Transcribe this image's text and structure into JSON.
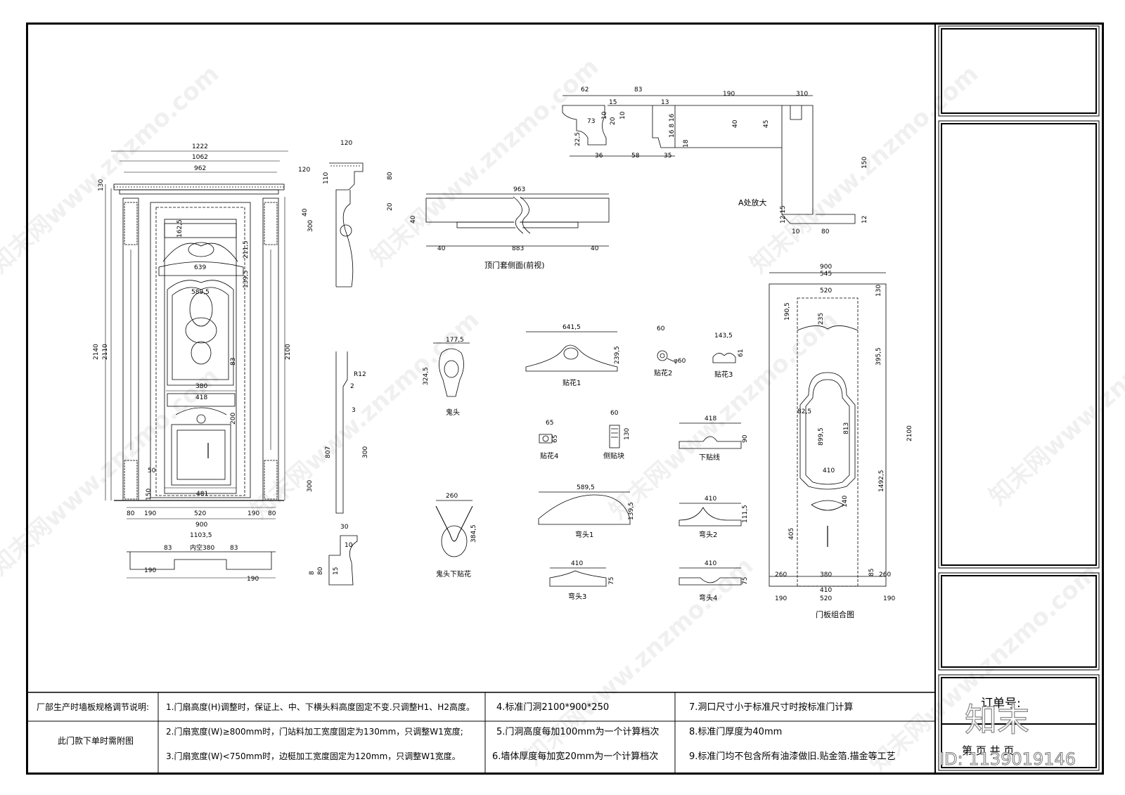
{
  "dims": {
    "d1222": "1222",
    "d1062": "1062",
    "d962": "962",
    "d120a": "120",
    "d130": "130",
    "d2140": "2140",
    "d2110": "2110",
    "d2100a": "2100",
    "d162_5": "162,5",
    "d211_5": "211,5",
    "d639": "639",
    "d139_5": "139,5",
    "d589_5a": "589,5",
    "d83a": "83",
    "d380a": "380",
    "d418a": "418",
    "d200": "200",
    "d50": "50",
    "d150": "150",
    "d481": "481",
    "d80a": "80",
    "d190a": "190",
    "d520a": "520",
    "d190b": "190",
    "d80b": "80",
    "d900a": "900",
    "d1103_5": "1103,5",
    "d83b": "83",
    "inner380": "内空380",
    "d83c": "83",
    "d190c": "190",
    "d190d": "190",
    "d120b": "120",
    "d110": "110",
    "d80c": "80",
    "d20": "20",
    "d40a": "40",
    "d300a": "300",
    "dR12": "R12",
    "d2a": "2",
    "d3": "3",
    "d807": "807",
    "d300b": "300",
    "d300c": "300",
    "d30": "30",
    "d10": "10",
    "d15a": "15",
    "d8": "8",
    "d80d": "80",
    "d963": "963",
    "d40b": "40",
    "d40c": "40",
    "d883": "883",
    "d40d": "40",
    "d62": "62",
    "d83d": "83",
    "d190e": "190",
    "d310": "310",
    "d15b": "15",
    "d13": "13",
    "d73": "73",
    "d10b": "10",
    "d20b": "20",
    "d10c": "10",
    "d16_8_16": "16 8 16",
    "d40e": "40",
    "d45": "45",
    "d22_5": "22,5",
    "d36": "36",
    "d58": "58",
    "d35": "35",
    "d18": "18",
    "d150b": "150",
    "d12_15": "12 15",
    "d12": "12",
    "d10d": "10",
    "d80e": "80",
    "d177_5": "177,5",
    "d324_5": "324,5",
    "d641_5": "641,5",
    "d239_5": "239,5",
    "d60a": "60",
    "d60b": "φ60",
    "d143_5": "143,5",
    "d61": "61",
    "d65a": "65",
    "d65b": "65",
    "d60c": "60",
    "d130b": "130",
    "d418b": "418",
    "d90": "90",
    "d589_5b": "589,5",
    "d139_5b": "139,5",
    "d410a": "410",
    "d111_5": "111,5",
    "d260a": "260",
    "d384_5": "384,5",
    "d410b": "410",
    "d75a": "75",
    "d410c": "410",
    "d75b": "75",
    "d900b": "900",
    "d545": "545",
    "d520b": "520",
    "d130c": "130",
    "d190_5": "190,5",
    "d235": "235",
    "d395_5": "395,5",
    "d82_5": "82,5",
    "d899_5": "899,5",
    "d813": "813",
    "d2100b": "2100",
    "d410d": "410",
    "d1492_5": "1492,5",
    "d140": "140",
    "d405": "405",
    "d260b": "260",
    "d380b": "380",
    "d85": "85",
    "d260c": "260",
    "d190f": "190",
    "d410e": "410",
    "d520c": "520",
    "d190g": "190"
  },
  "labels": {
    "top_side": "顶门套侧面(前视)",
    "a_detail": "A处放大",
    "guitou": "鬼头",
    "guitou_under": "鬼头下贴花",
    "tiehua1": "贴花1",
    "tiehua2": "贴花2",
    "tiehua3": "贴花3",
    "tiehua4": "贴花4",
    "cetiekuai": "侧贴块",
    "xiatiexian": "下贴线",
    "wantou1": "弯头1",
    "wantou2": "弯头2",
    "wantou3": "弯头3",
    "wantou4": "弯头4",
    "door_combo": "门板组合图"
  },
  "notes": {
    "header": "厂部生产时墙板规格调节说明:",
    "attach": "此门款下单时需附图",
    "n1": "1.门扇高度(H)调整时，保证上、中、下横头料高度固定不变.只调整H1、H2高度。",
    "n2": "2.门扇宽度(W)≥800mm时，门站料加工宽度固定为130mm，只调整W1宽度;",
    "n3": "3.门扇宽度(W)<750mm时，边梃加工宽度固定为120mm，只调整W1宽度。",
    "n4": "4.标准门洞2100*900*250",
    "n5": "5.门洞高度每加100mm为一个计算档次",
    "n6": "6.墙体厚度每加宽20mm为一个计算档次",
    "n7": "7.洞口尺寸小于标准尺寸时按标准门计算",
    "n8": "8.标准门厚度为40mm",
    "n9": "9.标准门均不包含所有油漆做旧.贴金箔.描金等工艺"
  },
  "title_block": {
    "order_no": "订单号:",
    "page": "第  页  共  页"
  },
  "watermark": {
    "brand": "知末",
    "id": "ID: 1139019146",
    "text": "知末网www.znzmo.com"
  }
}
